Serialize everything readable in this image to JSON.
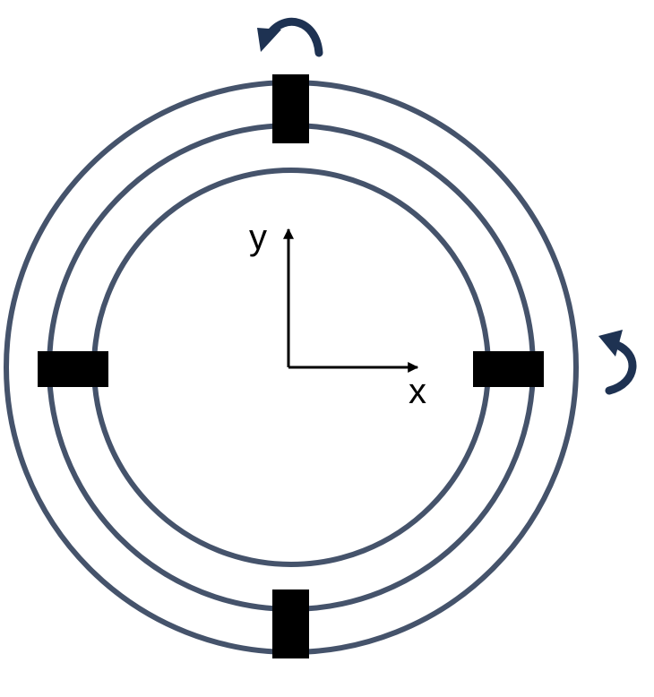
{
  "axes": {
    "x_label": "x",
    "y_label": "y"
  },
  "colors": {
    "ring": "#45536b",
    "block": "#000000",
    "rotation_arrow": "#1e3252",
    "axis": "#000000",
    "background": "#ffffff"
  },
  "elements": {
    "rings": 3,
    "blocks": [
      "top",
      "left",
      "right",
      "bottom"
    ],
    "rotation_arrows": [
      "top",
      "right"
    ]
  }
}
